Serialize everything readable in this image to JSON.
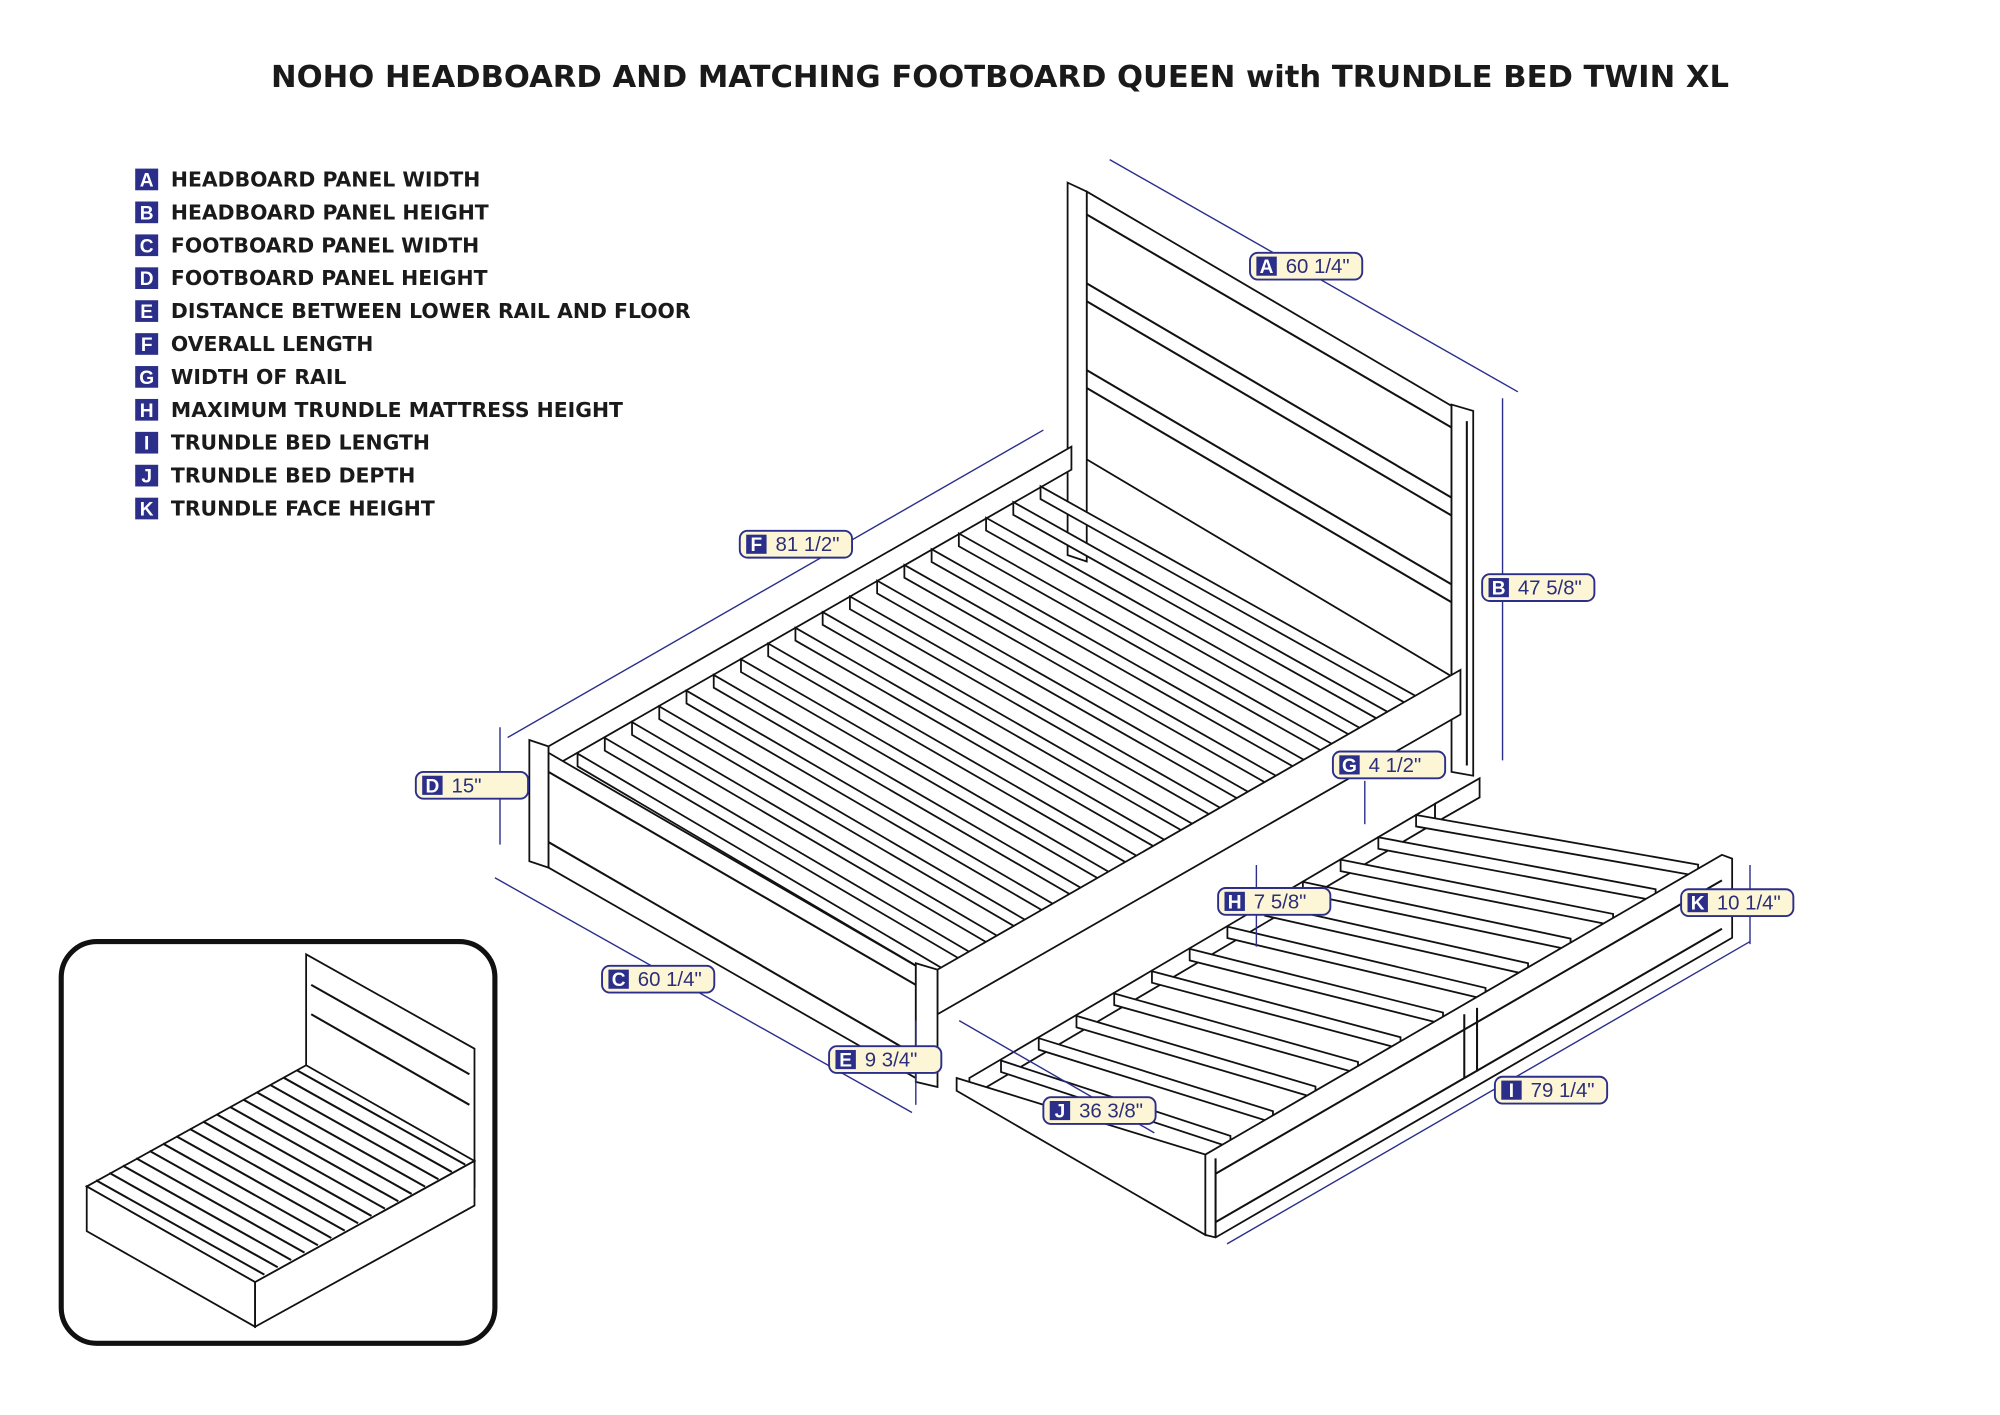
{
  "title": "NOHO HEADBOARD AND MATCHING FOOTBOARD QUEEN with TRUNDLE BED TWIN XL",
  "legend": [
    {
      "letter": "A",
      "text": "HEADBOARD PANEL WIDTH"
    },
    {
      "letter": "B",
      "text": "HEADBOARD PANEL HEIGHT"
    },
    {
      "letter": "C",
      "text": "FOOTBOARD PANEL WIDTH"
    },
    {
      "letter": "D",
      "text": "FOOTBOARD PANEL HEIGHT"
    },
    {
      "letter": "E",
      "text": "DISTANCE BETWEEN LOWER RAIL AND FLOOR"
    },
    {
      "letter": "F",
      "text": "OVERALL LENGTH"
    },
    {
      "letter": "G",
      "text": "WIDTH OF RAIL"
    },
    {
      "letter": "H",
      "text": "MAXIMUM TRUNDLE MATTRESS HEIGHT"
    },
    {
      "letter": "I",
      "text": "TRUNDLE BED LENGTH"
    },
    {
      "letter": "J",
      "text": "TRUNDLE BED DEPTH"
    },
    {
      "letter": "K",
      "text": "TRUNDLE FACE HEIGHT"
    }
  ],
  "dimensions": {
    "A": {
      "letter": "A",
      "value": "60 1/4\""
    },
    "B": {
      "letter": "B",
      "value": "47 5/8\""
    },
    "C": {
      "letter": "C",
      "value": "60 1/4\""
    },
    "D": {
      "letter": "D",
      "value": "15\""
    },
    "E": {
      "letter": "E",
      "value": "9 3/4\""
    },
    "F": {
      "letter": "F",
      "value": "81 1/2\""
    },
    "G": {
      "letter": "G",
      "value": "4 1/2\""
    },
    "H": {
      "letter": "H",
      "value": "7 5/8\""
    },
    "I": {
      "letter": "I",
      "value": "79 1/4\""
    },
    "J": {
      "letter": "J",
      "value": "36 3/8\""
    },
    "K": {
      "letter": "K",
      "value": "10 1/4\""
    }
  },
  "colors": {
    "accent": "#2b2f8a",
    "label_fill": "#fdf6d6",
    "line": "#111111"
  }
}
